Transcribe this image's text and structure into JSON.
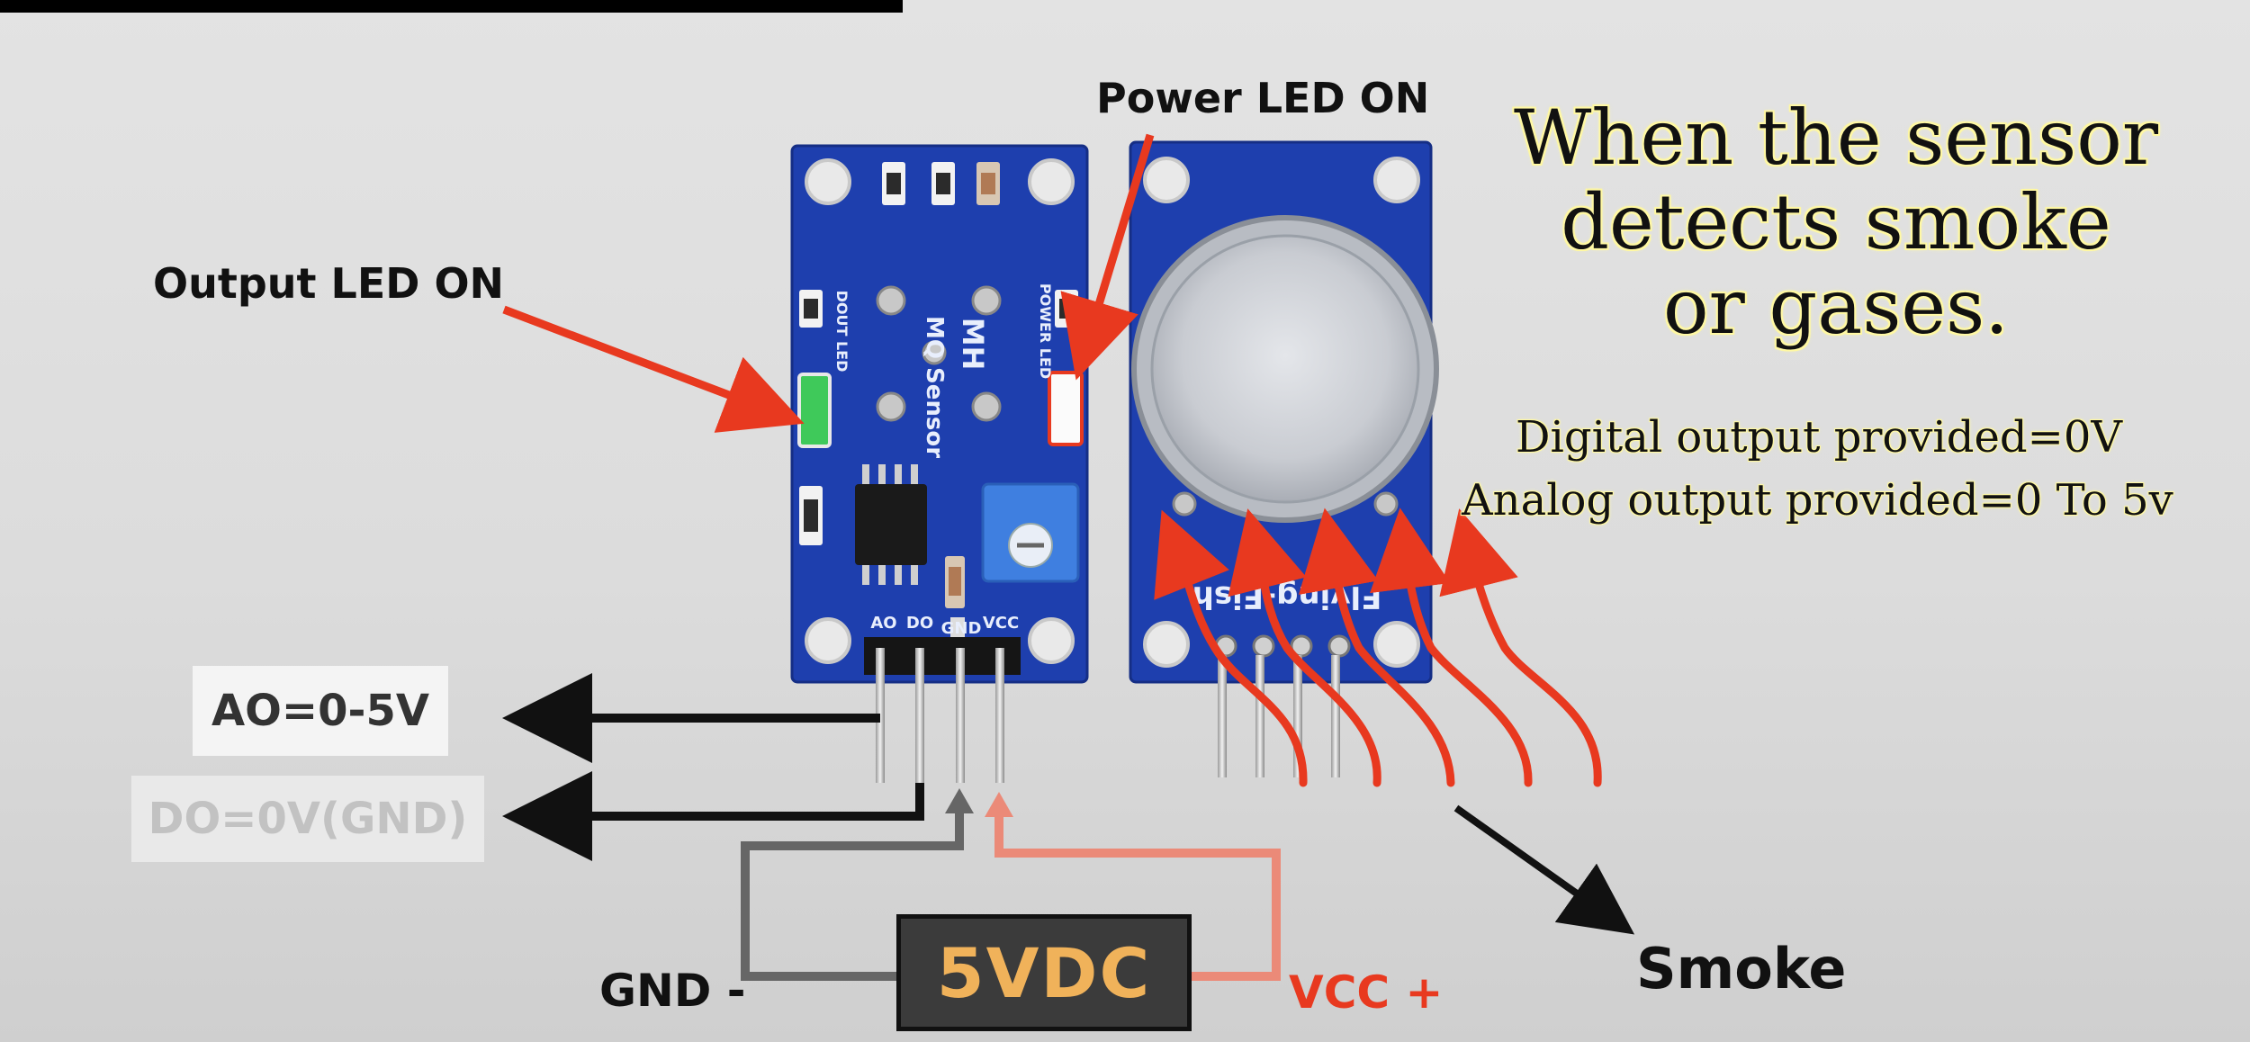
{
  "labels": {
    "power_led": "Power LED ON",
    "output_led": "Output LED ON",
    "ao": "AO=0-5V",
    "do": "DO=0V(GND)",
    "gnd": "GND -",
    "supply": "5VDC",
    "vcc": "VCC +",
    "smoke": "Smoke"
  },
  "headline": {
    "line1": "When the sensor",
    "line2": "detects smoke",
    "line3": "or gases.",
    "digital": "Digital output provided=0V",
    "analog": "Analog output provided=0 To 5v"
  },
  "pcb": {
    "title": "MH",
    "subtitle": "MQ Sensor",
    "dout_led": "DOUT LED",
    "power_led": "POWER LED",
    "pin_ao": "AO",
    "pin_do": "DO",
    "pin_gnd": "GND",
    "pin_vcc": "VCC",
    "brand": "Flying-Fish"
  },
  "colors": {
    "pcb_blue": "#1e3fae",
    "arrow_red": "#e8391f",
    "green_led": "#3fc95a",
    "supply_text": "#f0b25a"
  }
}
